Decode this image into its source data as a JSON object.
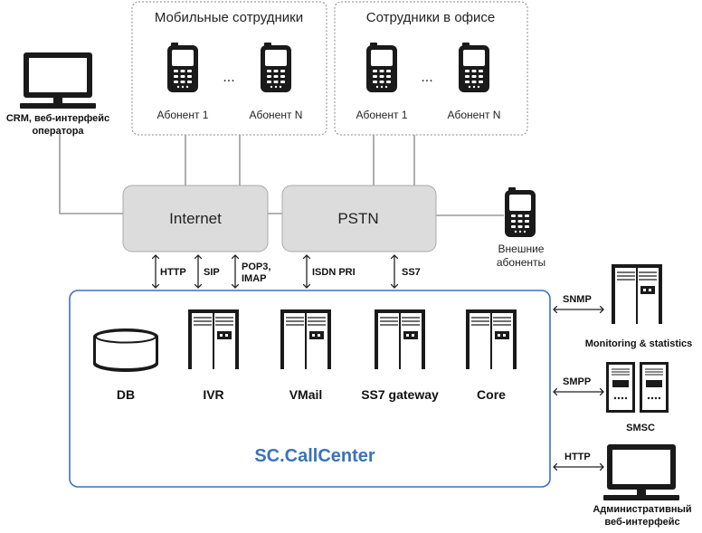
{
  "groups": {
    "mobile": {
      "title": "Мобильные сотрудники",
      "left": "Абонент 1",
      "right": "Абонент N",
      "dots": "..."
    },
    "office": {
      "title": "Сотрудники в офисе",
      "left": "Абонент 1",
      "right": "Абонент N",
      "dots": "..."
    }
  },
  "operator": {
    "label_line1": "CRM, веб-интерфейс",
    "label_line2": "оператора"
  },
  "clouds": {
    "internet": "Internet",
    "pstn": "PSTN"
  },
  "external": {
    "label_line1": "Внешние",
    "label_line2": "абоненты"
  },
  "protocols": {
    "http": "HTTP",
    "sip": "SIP",
    "pop3": "POP3,",
    "imap": "IMAP",
    "isdn": "ISDN PRI",
    "ss7": "SS7"
  },
  "callcenter": {
    "title": "SC.CallCenter",
    "components": {
      "db": "DB",
      "ivr": "IVR",
      "vmail": "VMail",
      "ss7gw": "SS7 gateway",
      "core": "Core"
    }
  },
  "side": {
    "snmp": "SNMP",
    "monitoring": "Monitoring & statistics",
    "smpp": "SMPP",
    "smsc": "SMSC",
    "http": "HTTP",
    "admin_line1": "Административный",
    "admin_line2": "веб-интерфейс"
  },
  "colors": {
    "accent": "#3b73b9",
    "cloud_fill": "#dcdcdc",
    "line": "#999999"
  }
}
